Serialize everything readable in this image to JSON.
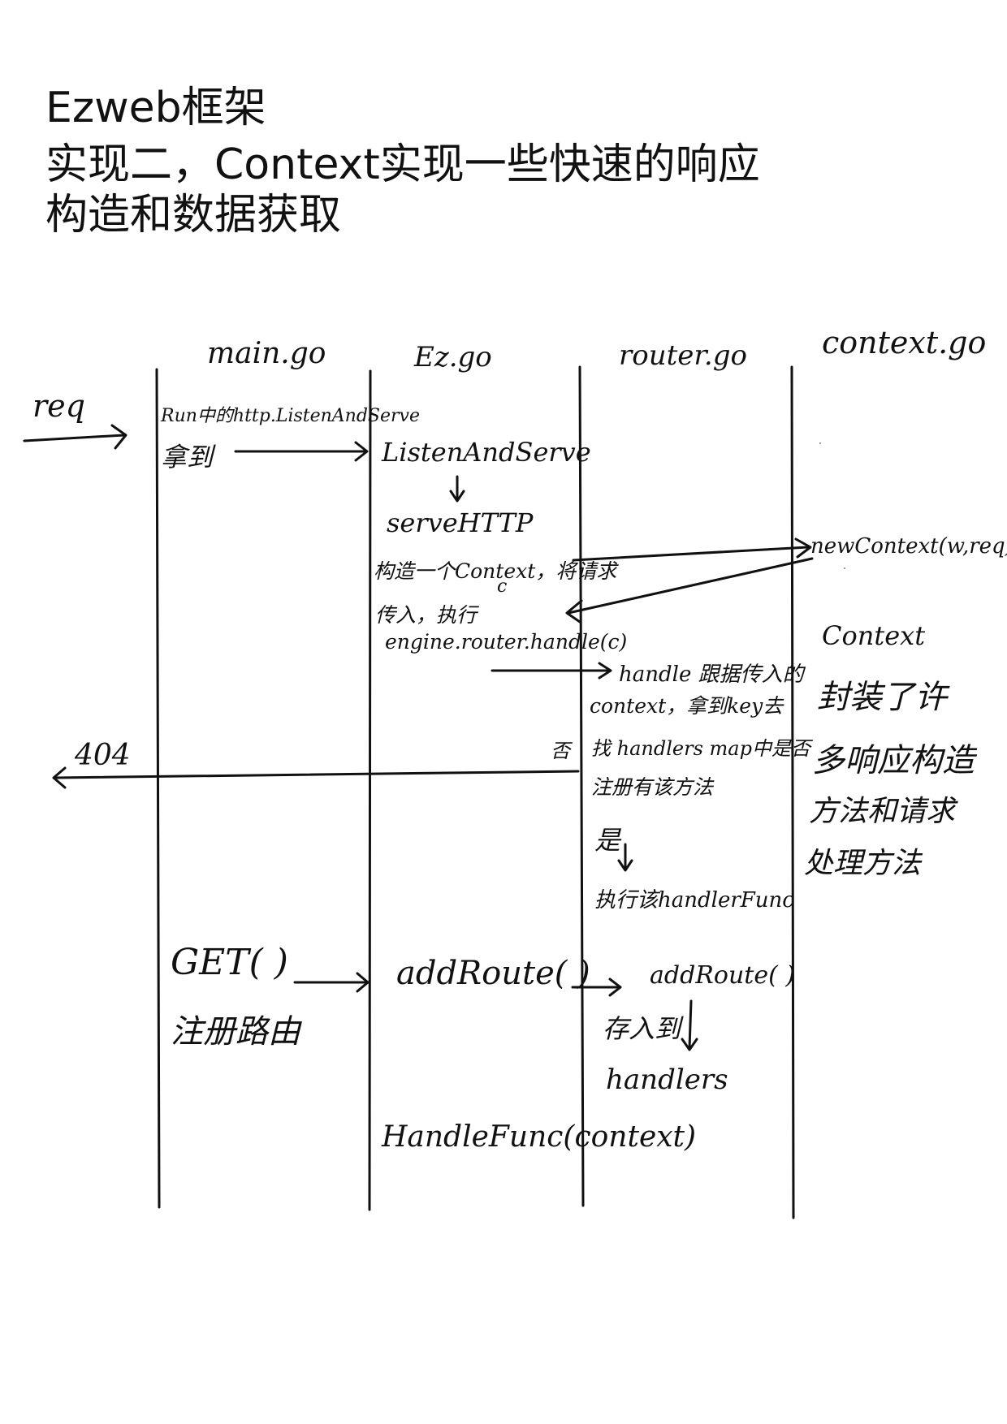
{
  "title": {
    "line1": "Ezweb框架",
    "line2": "实现二，Context实现一些快速的响应",
    "line3": "构造和数据获取"
  },
  "lanes": {
    "main": "main.go",
    "ez": "Ez.go",
    "router": "router.go",
    "context": "context.go"
  },
  "notes": {
    "req": "req",
    "run": "Run中的http.ListenAndServe",
    "nadao": "拿到",
    "listen": "ListenAndServe",
    "serve": "serveHTTP",
    "construct1": "构造一个Context，将请求",
    "construct_c": "c",
    "construct2": "传入，执行",
    "engine": "engine.router.handle(c)",
    "handle1": "handle 跟据传入的",
    "handle2": "context，拿到key去",
    "handle3": "找 handlers map中是否",
    "handle4": "注册有该方法",
    "fou": "否",
    "not_found": "404",
    "shi": "是",
    "exec": "执行该handlerFunc",
    "newctx": "newContext(w,req)",
    "ctx_title": "Context",
    "ctx1": "封装了许",
    "ctx2": "多响应构造",
    "ctx3": "方法和请求",
    "ctx4": "处理方法",
    "get": "GET( )",
    "reg": "注册路由",
    "addroute_ez": "addRoute(  )",
    "addroute_router": "addRoute( )",
    "store": "存入到",
    "handlers": "handlers",
    "handlefunc": "HandleFunc(context)"
  }
}
